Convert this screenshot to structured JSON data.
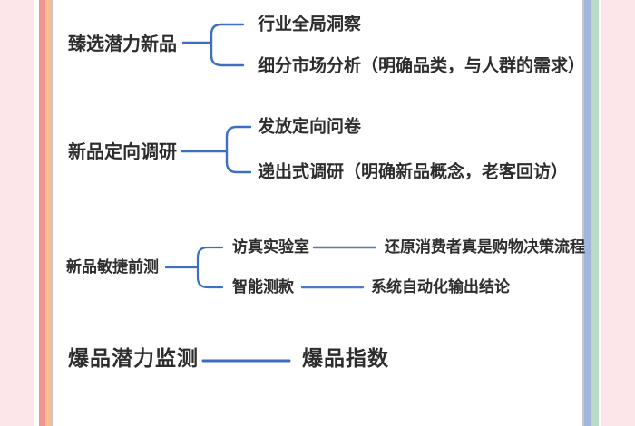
{
  "decor": {
    "left_band_color": "#fde6e9",
    "salmon_stripe_color": "#f0958f",
    "orange_stripe_color": "#f6bf90",
    "edge_line_color": "#c6c6cb",
    "periwinkle_stripe_color": "#a2b5dc",
    "green_stripe_color": "#b9dbc3",
    "right_band_color": "#fde6e9"
  },
  "connector_colors": {
    "primary_blue": "#3c6fc4",
    "steel_blue": "#5c7aa5",
    "medium_blue": "#4d7ac2",
    "bold_blue": "#3a6cc6"
  },
  "text_color": "#2d2d2d",
  "mindmap": {
    "groups": [
      {
        "parent": "臻选潜力新品",
        "children": [
          "行业全局洞察",
          "细分市场分析（明确品类，与人群的需求）"
        ]
      },
      {
        "parent": "新品定向调研",
        "children": [
          "发放定向问卷",
          "递出式调研（明确新品概念，老客回访）"
        ]
      },
      {
        "parent": "新品敏捷前测",
        "children": [
          "访真实验室",
          "智能测款"
        ],
        "grandchildren": [
          "还原消费者真是购物决策流程",
          "系统自动化输出结论"
        ]
      },
      {
        "parent": "爆品潜力监测",
        "children": [
          "爆品指数"
        ]
      }
    ]
  }
}
